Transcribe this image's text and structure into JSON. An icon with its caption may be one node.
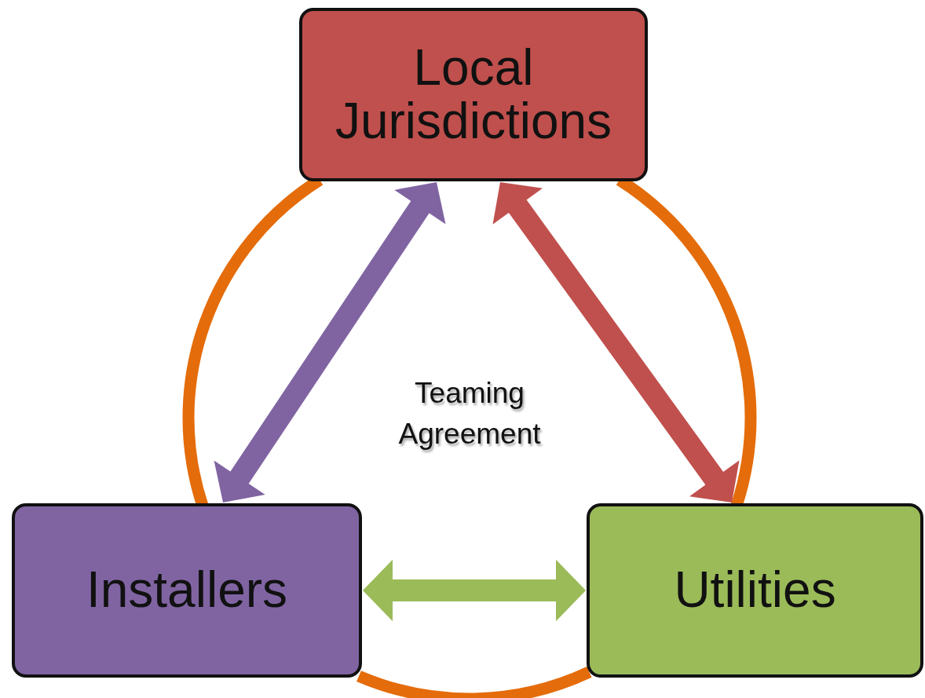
{
  "diagram": {
    "nodes": [
      {
        "text": [
          "Teaming Agreement"
        ]
      },
      {
        "text": [
          "Local Jurisdictions"
        ]
      },
      {
        "text": [
          "Installers"
        ]
      },
      {
        "text": [
          "Utilities"
        ]
      }
    ],
    "edges": [
      {
        "from": 2,
        "to": 1,
        "arrow": "both",
        "style": "thick",
        "color": "#8064a2"
      },
      {
        "from": 1,
        "to": 3,
        "arrow": "both",
        "style": "thick",
        "color": "#c0504d"
      },
      {
        "from": 2,
        "to": 3,
        "arrow": "both",
        "style": "thick",
        "color": "#9bbb59"
      }
    ]
  }
}
